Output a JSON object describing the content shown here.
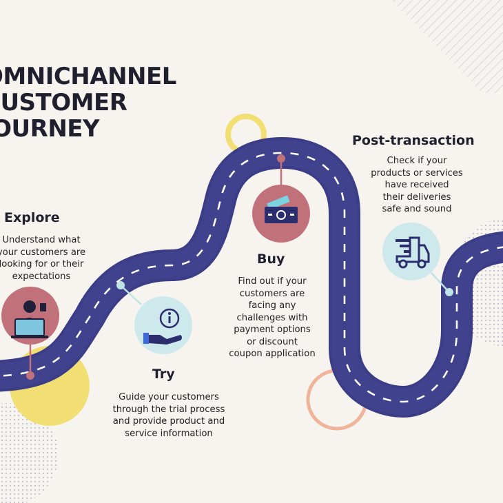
{
  "title": "OMNICHANNEL\nCUSTOMER\nJOURNEY",
  "stages": [
    {
      "id": "explore",
      "title": "Explore",
      "description": "Understand what\nyour customers are\nlooking for or their\nexpectations",
      "icon": "laptop-user-icon",
      "color": "#c0717a"
    },
    {
      "id": "try",
      "title": "Try",
      "description": "Guide your customers\nthrough the trial process\nand provide product and\nservice information",
      "icon": "hand-info-icon",
      "color": "#cde9ec"
    },
    {
      "id": "buy",
      "title": "Buy",
      "description": "Find out if your\ncustomers are\nfacing any\nchallenges with\npayment options\nor discount\ncoupon application",
      "icon": "money-icon",
      "color": "#c0717a"
    },
    {
      "id": "post",
      "title": "Post-transaction",
      "description": "Check if your\nproducts or services\nhave received\ntheir deliveries\nsafe and sound",
      "icon": "delivery-truck-icon",
      "color": "#cde9ec"
    }
  ],
  "colors": {
    "road": "#3b3d87",
    "road_edge": "#5557a8",
    "lane": "#ffffff",
    "background": "#f7f3ee",
    "accent_yellow": "#f2df74",
    "accent_peach": "#efb49a",
    "pin_pink": "#c0717a",
    "pin_teal": "#bfe3e6"
  }
}
